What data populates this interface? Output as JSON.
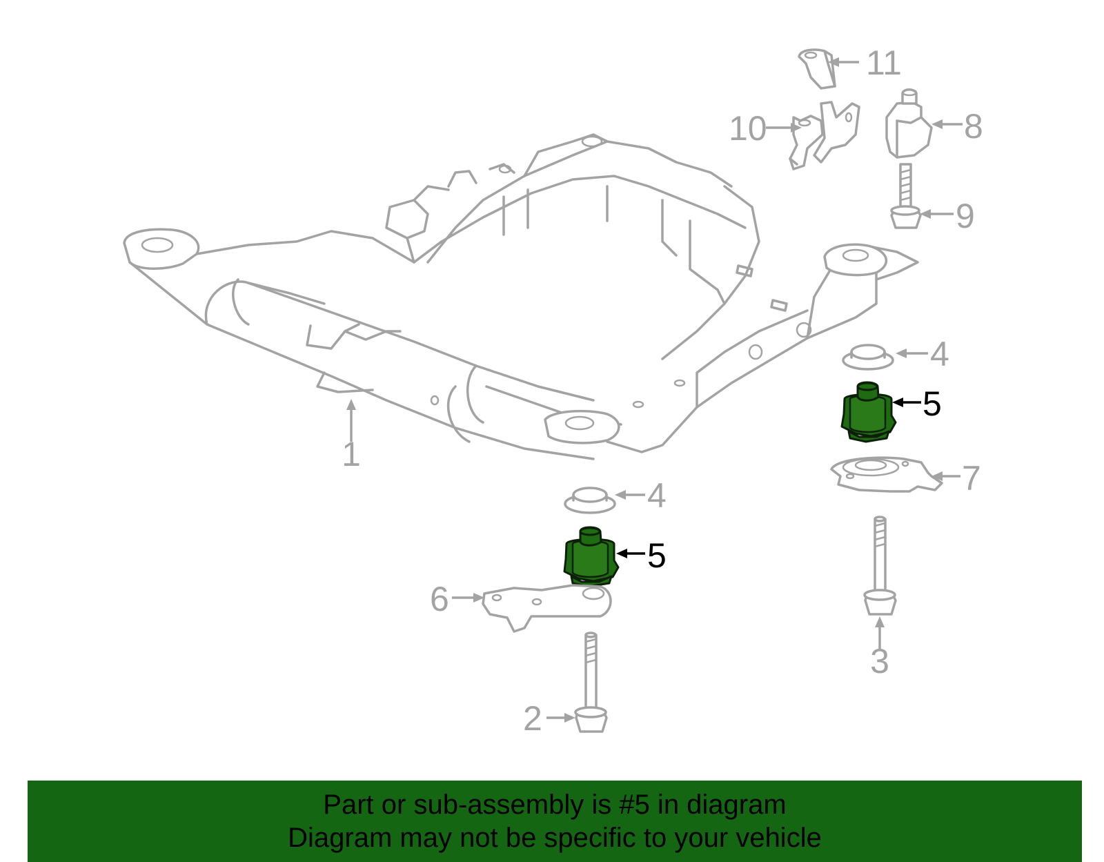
{
  "callouts": {
    "p1": "1",
    "p2": "2",
    "p3": "3",
    "p4a": "4",
    "p4b": "4",
    "p5a": "5",
    "p5b": "5",
    "p6": "6",
    "p7": "7",
    "p8": "8",
    "p9": "9",
    "p10": "10",
    "p11": "11"
  },
  "highlight_color": "#1f6b12",
  "banner": {
    "line1": "Part or sub-assembly is #5 in diagram",
    "line2": "Diagram may not be specific to your vehicle",
    "background": "#146612"
  }
}
